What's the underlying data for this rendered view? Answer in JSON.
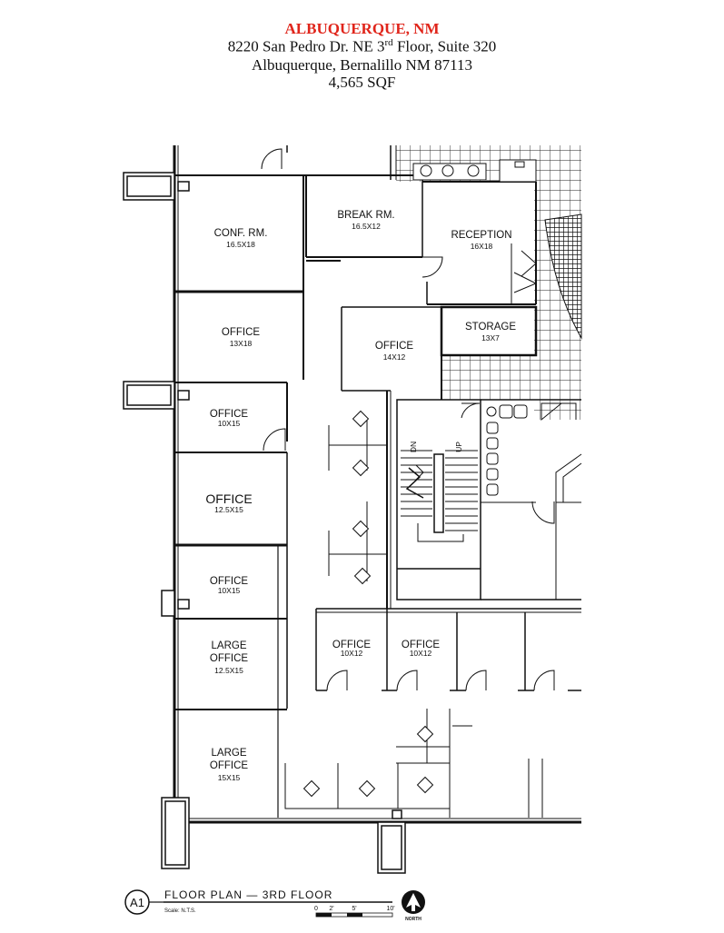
{
  "header": {
    "city": "ALBUQUERQUE, NM",
    "address_pre": "8220 San Pedro Dr. NE 3",
    "address_sup": "rd",
    "address_post": " Floor, Suite 320",
    "city_line": "Albuquerque, Bernalillo NM 87113",
    "area": "4,565 SQF"
  },
  "rooms": {
    "conf": {
      "name": "CONF. RM.",
      "size": "16.5X18"
    },
    "break": {
      "name": "BREAK RM.",
      "size": "16.5X12"
    },
    "reception": {
      "name": "RECEPTION",
      "size": "16X18"
    },
    "office_a": {
      "name": "OFFICE",
      "size": "13X18"
    },
    "office_b": {
      "name": "OFFICE",
      "size": "14X12"
    },
    "storage": {
      "name": "STORAGE",
      "size": "13X7"
    },
    "office_c": {
      "name": "OFFICE",
      "size": "10X15"
    },
    "office_d": {
      "name": "OFFICE",
      "size": "12.5X15"
    },
    "office_e": {
      "name": "OFFICE",
      "size": "10X15"
    },
    "large_1": {
      "name1": "LARGE",
      "name2": "OFFICE",
      "size": "12.5X15"
    },
    "large_2": {
      "name1": "LARGE",
      "name2": "OFFICE",
      "size": "15X15"
    },
    "office_f": {
      "name": "OFFICE",
      "size": "10X12"
    },
    "office_g": {
      "name": "OFFICE",
      "size": "10X12"
    }
  },
  "stairs": {
    "down": "DN",
    "up": "UP"
  },
  "title_block": {
    "tag": "A1",
    "title": "FLOOR PLAN — 3RD FLOOR",
    "scale": "Scale: N.T.S.",
    "scale_0": "0",
    "scale_2": "2'",
    "scale_5": "5'",
    "scale_10": "10'",
    "north": "NORTH"
  },
  "colors": {
    "accent": "#e0251b",
    "ink": "#111111"
  }
}
